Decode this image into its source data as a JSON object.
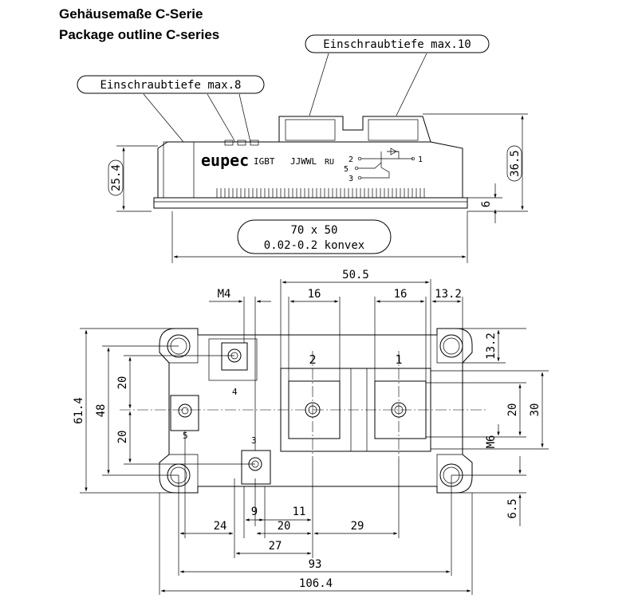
{
  "title": {
    "german": "Gehäusemaße C-Serie",
    "english": "Package outline C-series"
  },
  "side_view": {
    "callout_left": "Einschraubtiefe max.8",
    "callout_right": "Einschraubtiefe max.10",
    "brand": "eupec",
    "type_label": "IGBT",
    "code_label": "JJWWL",
    "ul_mark": "RU",
    "pin_2": "2",
    "pin_5": "5",
    "pin_3": "3",
    "pin_1": "1",
    "dim_height_left": "25.4",
    "dim_height_right": "36.5",
    "dim_base": "6",
    "base_spec_line1": "70 x 50",
    "base_spec_line2": "0.02-0.2 konvex"
  },
  "top_view": {
    "dim_50_5": "50.5",
    "dim_m4": "M4",
    "dim_16_left": "16",
    "dim_16_right": "16",
    "dim_13_2_top": "13.2",
    "dim_13_2_right": "13.2",
    "dim_61_4": "61.4",
    "dim_48": "48",
    "dim_20_upper": "20",
    "dim_20_lower": "20",
    "dim_20_right": "20",
    "dim_30": "30",
    "dim_m6": "M6",
    "dim_6_5": "6.5",
    "dim_9": "9",
    "dim_11": "11",
    "dim_24": "24",
    "dim_20_bottom": "20",
    "dim_29": "29",
    "dim_27": "27",
    "dim_93": "93",
    "dim_106_4": "106.4",
    "label_pin_1": "1",
    "label_pin_2": "2",
    "label_pin_3": "3",
    "label_pin_4": "4",
    "label_pin_5": "5"
  }
}
